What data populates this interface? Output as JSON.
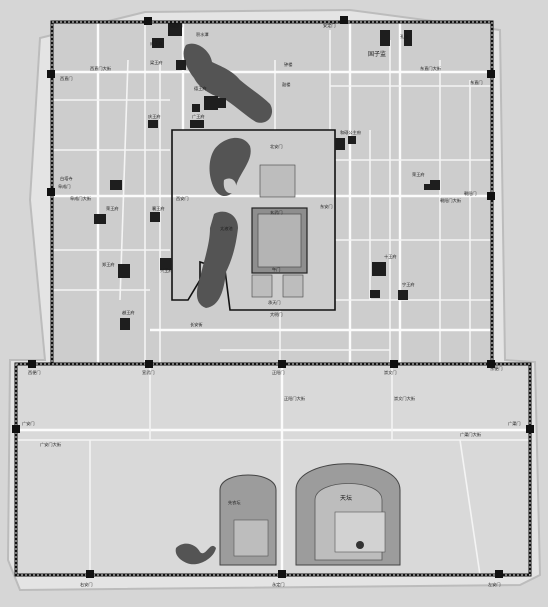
{
  "colors": {
    "background": "#d6d6d6",
    "inner_city_fill": "#cdcdcd",
    "outer_city_fill": "#d9d9d9",
    "wall": "#111111",
    "water": "#545454",
    "palace_block": "#1e1e1e",
    "road": "#f4f4f4"
  },
  "labels": {
    "gate_deshengmen": "德胜门",
    "gate_anding": "安定门",
    "gate_xizhimen": "西直门",
    "gate_dongzhimen": "东直门",
    "gate_fuchengmen": "阜成门",
    "gate_chaoyangmen": "朝阳门",
    "gate_xuanwumen": "宣武门",
    "gate_zhengyangmen": "正阳门",
    "gate_chongwenmen": "崇文门",
    "gate_xibianmen": "西便门",
    "gate_dongbianmen": "东便门",
    "gate_guanganmen": "广安门",
    "gate_guangqumen": "广渠门",
    "gate_yongdingmen": "永定门",
    "gate_zuoanmen": "左安门",
    "gate_youanmen": "右安门",
    "gate_daming": "大明门",
    "gate_xian": "西安门",
    "gate_donganmen": "东安门",
    "gate_beian": "北安门",
    "gate_chengtianmen": "承天门",
    "gate_wumen": "午门",
    "gate_xuanwu": "玄武门",
    "temple_heaven": "天坛",
    "temple_xiannong": "先农坛",
    "guozijian": "国子监",
    "kongmiao": "孔庙",
    "tai_ye": "太液池",
    "jishuitan": "积水潭",
    "zhonglou": "钟楼",
    "gulou": "鼓楼",
    "mansion_1": "成王府",
    "mansion_2": "梁王府",
    "mansion_3": "德王府",
    "mansion_4": "庆王府",
    "mansion_5": "广王府",
    "mansion_6": "和硕公主府",
    "mansion_7": "荣王府",
    "mansion_8": "宁王府",
    "mansion_9": "十王府",
    "mansion_10": "郑王府",
    "mansion_11": "越王府",
    "mansion_12": "兴王府",
    "mansion_13": "襄王府",
    "mansion_14": "荣王府",
    "street_1": "西直门大街",
    "street_2": "东直门大街",
    "street_3": "阜成门大街",
    "street_4": "朝阳门大街",
    "street_5": "长安街",
    "street_6": "广安门大街",
    "street_7": "广渠门大街",
    "street_8": "正阳门大街",
    "street_9": "崇文门大街",
    "baita": "白塔寺"
  }
}
